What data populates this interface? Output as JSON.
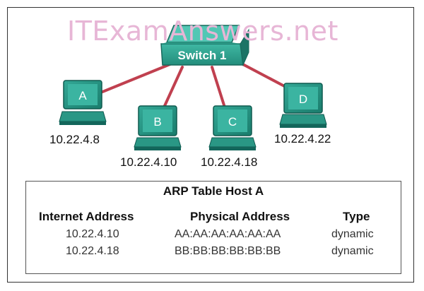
{
  "watermark": "ITExamAnswers.net",
  "switch": {
    "label": "Switch 1"
  },
  "hosts": [
    {
      "letter": "A",
      "ip": "10.22.4.8"
    },
    {
      "letter": "B",
      "ip": "10.22.4.10"
    },
    {
      "letter": "C",
      "ip": "10.22.4.18"
    },
    {
      "letter": "D",
      "ip": "10.22.4.22"
    }
  ],
  "arp_table": {
    "title": "ARP Table Host A",
    "headers": {
      "internet": "Internet Address",
      "physical": "Physical Address",
      "type": "Type"
    },
    "rows": [
      {
        "internet": "10.22.4.10",
        "physical": "AA:AA:AA:AA:AA:AA",
        "type": "dynamic"
      },
      {
        "internet": "10.22.4.18",
        "physical": "BB:BB:BB:BB:BB:BB",
        "type": "dynamic"
      }
    ]
  },
  "colors": {
    "link": "#c0404f",
    "device": "#1f8f7f",
    "device_dark": "#13665b"
  }
}
